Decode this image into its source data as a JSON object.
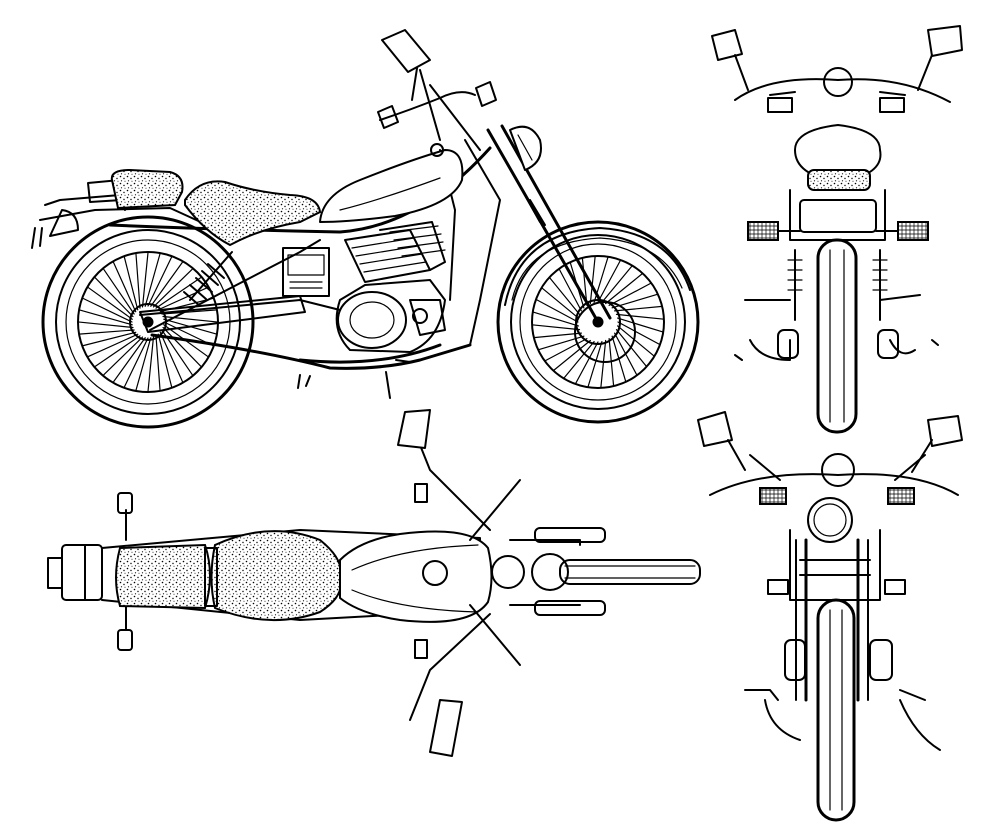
{
  "drawing": {
    "ink_color": "#000000",
    "paper_color": "#ffffff",
    "views": [
      {
        "id": "side",
        "name": "side-view"
      },
      {
        "id": "top",
        "name": "top-view"
      },
      {
        "id": "rear",
        "name": "rear-view"
      },
      {
        "id": "front",
        "name": "front-view"
      }
    ]
  }
}
